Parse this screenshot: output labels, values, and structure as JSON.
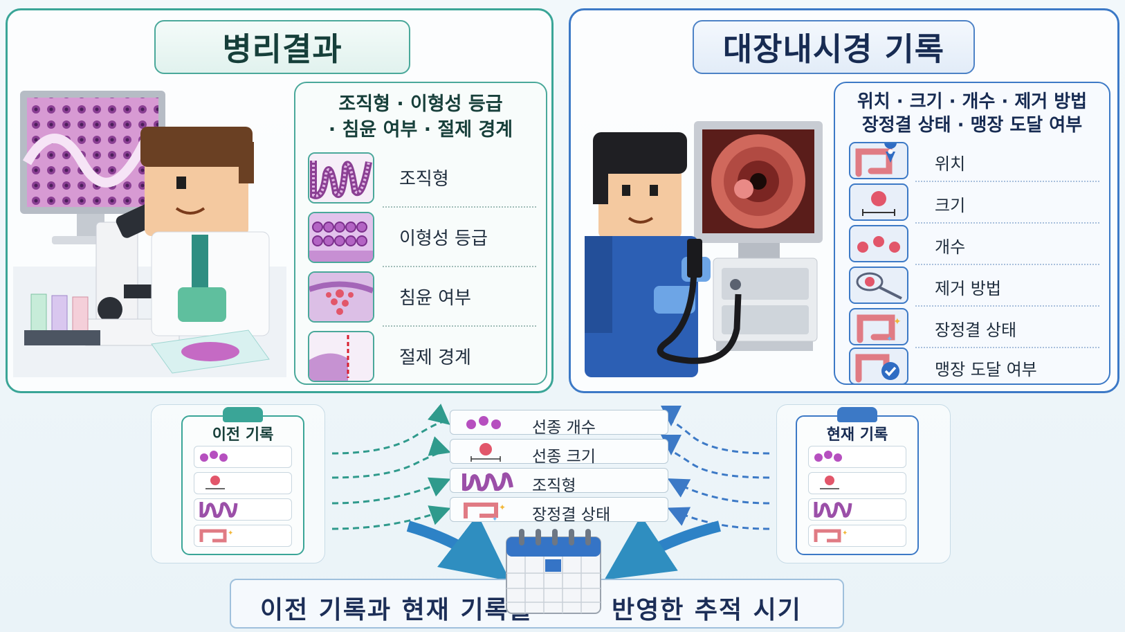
{
  "pathology": {
    "title": "병리결과",
    "card_heading_line1": "조직형 · 이형성 등급",
    "card_heading_line2": "· 침윤 여부 · 절제 경계",
    "items": [
      {
        "label": "조직형",
        "icon": "tissue-type-icon"
      },
      {
        "label": "이형성 등급",
        "icon": "dysplasia-grade-icon"
      },
      {
        "label": "침윤 여부",
        "icon": "invasion-icon"
      },
      {
        "label": "절제 경계",
        "icon": "resection-margin-icon"
      }
    ]
  },
  "colonoscopy": {
    "title": "대장내시경 기록",
    "card_heading_line1": "위치 · 크기 · 개수 · 제거 방법",
    "card_heading_line2": "장정결 상태 · 맹장 도달 여부",
    "items": [
      {
        "label": "위치",
        "icon": "colon-location-icon"
      },
      {
        "label": "크기",
        "icon": "polyp-size-icon"
      },
      {
        "label": "개수",
        "icon": "polyp-count-icon"
      },
      {
        "label": "제거 방법",
        "icon": "snare-icon"
      },
      {
        "label": "장정결 상태",
        "icon": "bowel-prep-icon"
      },
      {
        "label": "맹장 도달 여부",
        "icon": "cecum-check-icon"
      }
    ]
  },
  "previous_record": {
    "title": "이전 기록"
  },
  "current_record": {
    "title": "현재 기록"
  },
  "comparison_items": [
    {
      "label": "선종 개수"
    },
    {
      "label": "선종 크기"
    },
    {
      "label": "조직형"
    },
    {
      "label": "장정결 상태"
    }
  ],
  "banner": {
    "part1": "이전 기록과 현재 기록을",
    "part2": "반영한 추적 시기"
  },
  "colors": {
    "pathology_accent": "#3aa597",
    "colonoscopy_accent": "#3c79c6",
    "tissue_purple": "#9b4fa8",
    "polyp_pink": "#e2566a"
  }
}
